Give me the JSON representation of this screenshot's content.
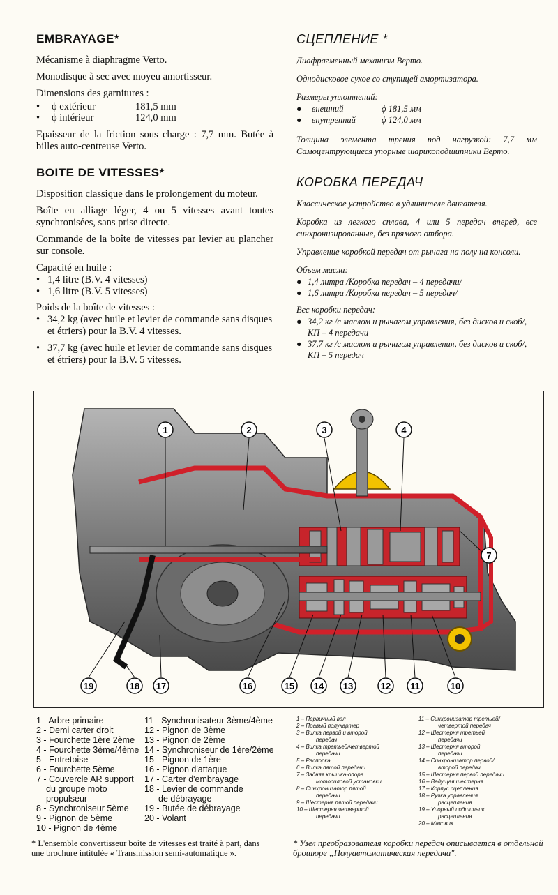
{
  "fr": {
    "embrayage": {
      "title": "EMBRAYAGE*",
      "p1": "Mécanisme à diaphragme Verto.",
      "p2": "Monodisque à sec avec moyeu amortisseur.",
      "p3": "Dimensions des garnitures :",
      "rows": [
        {
          "bullet": "•",
          "label": "ϕ extérieur",
          "value": "181,5 mm"
        },
        {
          "bullet": "•",
          "label": "ϕ intérieur",
          "value": "124,0 mm"
        }
      ],
      "p4": "Epaisseur de la friction sous charge : 7,7 mm. Butée à billes auto-centreuse Verto."
    },
    "boite": {
      "title": "BOITE DE VITESSES*",
      "p1": "Disposition classique dans le prolongement du moteur.",
      "p2": "Boîte en alliage léger, 4 ou 5 vitesses avant toutes synchronisées, sans prise directe.",
      "p3": "Commande de la boîte de vitesses par levier au plancher sur console.",
      "p4": "Capacité en huile :",
      "oil": [
        "1,4 litre (B.V. 4 vitesses)",
        "1,6 litre (B.V. 5 vitesses)"
      ],
      "p5": "Poids de la boîte de vitesses :",
      "weight": [
        "34,2 kg (avec huile et levier de commande sans disques et étriers) pour la B.V. 4 vitesses.",
        "37,7 kg (avec huile et levier de commande sans disques et étriers) pour la B.V. 5 vitesses."
      ]
    },
    "legend_col1": [
      "1 - Arbre primaire",
      "2 - Demi carter droit",
      "3 - Fourchette 1ère 2ème",
      "4 - Fourchette 3ème/4ème",
      "5 - Entretoise",
      "6 - Fourchette 5ème",
      "7 - Couvercle AR support",
      "du groupe moto",
      "propulseur",
      "8 - Synchroniseur 5ème",
      "9 - Pignon de 5ème",
      "10 - Pignon de 4ème"
    ],
    "legend_col2": [
      "11 - Synchronisateur 3ème/4ème",
      "12 - Pignon de 3ème",
      "13 - Pignon de 2ème",
      "14 - Synchroniseur de 1ère/2ème",
      "15 - Pignon de 1ère",
      "16 - Pignon d'attaque",
      "17 - Carter d'embrayage",
      "18 - Levier de commande",
      "de débrayage",
      "19 - Butée de débrayage",
      "20 - Volant"
    ],
    "footnote": "* L'ensemble convertisseur boîte de vitesses est traité à part, dans une brochure intitulée « Transmission semi-automatique »."
  },
  "ru": {
    "sceplenie": {
      "title": "СЦЕПЛЕНИЕ *",
      "p1": "Диафрагменный механизм Верто.",
      "p2": "Однодисковое сухое со ступицей амортизатора.",
      "p3": "Размеры уплотнений:",
      "rows": [
        {
          "bullet": "●",
          "label": "внешний",
          "value": "ϕ 181,5 мм"
        },
        {
          "bullet": "●",
          "label": "внутренний",
          "value": "ϕ 124,0 мм"
        }
      ],
      "p4": "Толщина элемента трения под нагрузкой: 7,7 мм Самоцентрующиеся упорные шарикоподшипники Верто."
    },
    "korobka": {
      "title": "КОРОБКА ПЕРЕДАЧ",
      "p1": "Классическое устройство в удлинителе двигателя.",
      "p2": "Коробка из легкого сплава, 4 или 5 передач вперед, все синхронизированные, без прямого отбора.",
      "p3": "Управление коробкой передач от рычага на полу на консоли.",
      "p4": "Объем масла:",
      "oil": [
        "1,4 литра /Коробка передач – 4 передачи/",
        "1,6 литра /Коробка передач – 5 передач/"
      ],
      "p5": "Вес коробки передач:",
      "weight": [
        "34,2 кг /с маслом и рычагом управления, без дисков и скоб/, КП – 4 передачи",
        "37,7 кг /с маслом и рычагом управления, без дисков и скоб/, КП – 5 передач"
      ]
    },
    "legend_col1": [
      "1 – Первичный вал",
      "2 – Правый полукартер",
      "3 – Вилка первой и второй",
      "передач",
      "4 – Вилка третьей/четвертой",
      "передачи",
      "5 – Распорка",
      "6 – Вилка пятой передачи",
      "7 – Задняя крышка-опора",
      "мотосиловой установки",
      "8 – Синхронизатор пятой",
      "передачи",
      "9 – Шестерня пятой передачи",
      "10 – Шестерня четвертой",
      "передачи"
    ],
    "legend_col2": [
      "11 – Синхронизатор третьей/",
      "четвертой передач",
      "12 – Шестерня третьей",
      "передачи",
      "13 – Шестерня второй",
      "передачи",
      "14 – Синхронизатор первой/",
      "второй передач",
      "15 – Шестерня первой передачи",
      "16 – Ведущая шестерня",
      "17 – Корпус сцепления",
      "18 – Ручка управления",
      "расцепления",
      "19 – Упорный подшипник",
      "расцепления",
      "20 – Маховик"
    ],
    "footnote": "* Узел преобразователя коробки передач описывается в отдельной брошюре „Полуавтоматическая передача\"."
  },
  "figure": {
    "callouts": [
      "1",
      "2",
      "3",
      "4",
      "7",
      "19",
      "18",
      "17",
      "16",
      "15",
      "14",
      "13",
      "12",
      "11",
      "10"
    ]
  },
  "colors": {
    "housing": "#8a8a8a",
    "section_red": "#d0202a",
    "yellow": "#f2c200",
    "ink": "#111111"
  }
}
